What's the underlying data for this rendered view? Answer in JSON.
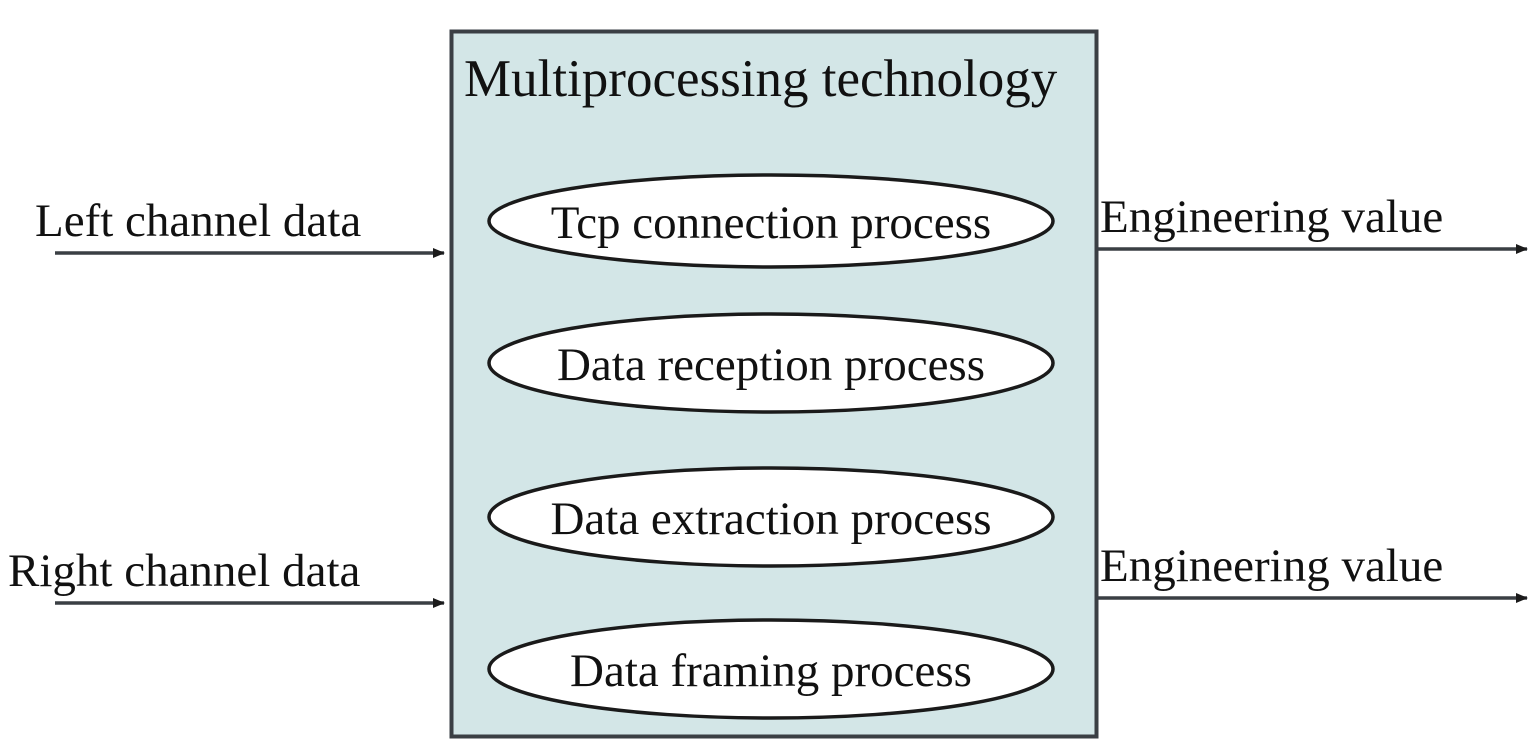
{
  "diagram": {
    "type": "block-flow-diagram",
    "colors": {
      "box_fill": "#d3e6e7",
      "box_border": "#3a3f44",
      "ellipse_fill": "#ffffff",
      "ellipse_border": "#1a1a1a",
      "arrow": "#3a3f44",
      "text": "#111111"
    },
    "main_block": {
      "title": "Multiprocessing technology",
      "processes": [
        {
          "label": "Tcp connection process"
        },
        {
          "label": "Data reception process"
        },
        {
          "label": "Data extraction process"
        },
        {
          "label": "Data framing process"
        }
      ]
    },
    "inputs": [
      {
        "label": "Left channel data"
      },
      {
        "label": "Right channel data"
      }
    ],
    "outputs": [
      {
        "label": "Engineering value"
      },
      {
        "label": "Engineering value"
      }
    ]
  }
}
